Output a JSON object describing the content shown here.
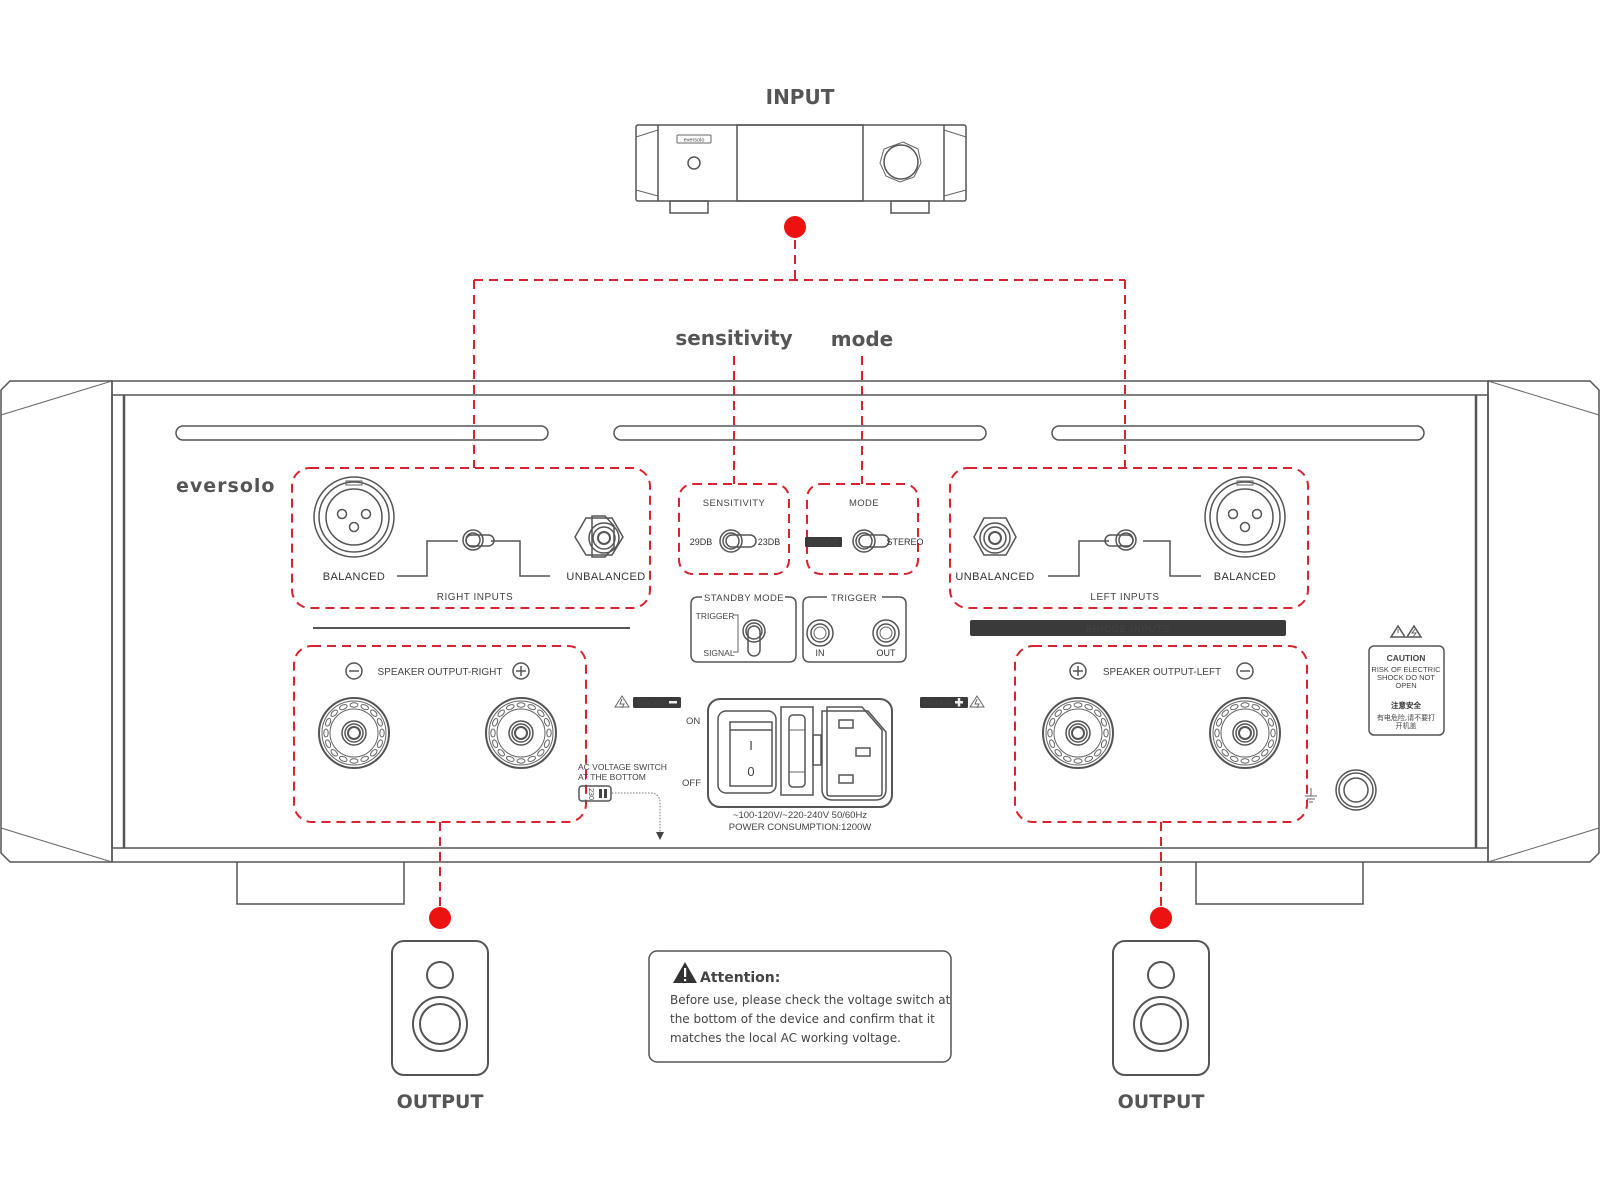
{
  "diagram": {
    "title_input": "INPUT",
    "title_output_left": "OUTPUT",
    "title_output_right": "OUTPUT",
    "callout_sensitivity": "sensitivity",
    "callout_mode": "mode",
    "accent_color": "#d9232e",
    "connection_dot_color": "#ee1111",
    "input_device": {
      "brand_badge": "eversolo"
    },
    "amplifier": {
      "brand": "eversolo",
      "right_inputs": {
        "group_label": "RIGHT INPUTS",
        "balanced_label": "BALANCED",
        "unbalanced_label": "UNBALANCED"
      },
      "left_inputs": {
        "group_label": "LEFT INPUTS",
        "balanced_label": "BALANCED",
        "unbalanced_label": "UNBALANCED"
      },
      "bridge_inputs_label": "BRIDGE INPUTS",
      "sensitivity": {
        "label": "SENSITIVITY",
        "option_left": "29DB",
        "option_right": "23DB"
      },
      "mode": {
        "label": "MODE",
        "option_left": "BRIDGE",
        "option_right": "STEREO"
      },
      "standby_mode": {
        "label": "STANDBY MODE",
        "option_top": "TRIGGER",
        "option_bottom": "SIGNAL"
      },
      "trigger": {
        "label": "TRIGGER",
        "in_label": "IN",
        "out_label": "OUT"
      },
      "speaker_output_right": {
        "label": "SPEAKER OUTPUT-RIGHT",
        "minus": "−",
        "plus": "+"
      },
      "speaker_output_left": {
        "label": "SPEAKER OUTPUT-LEFT",
        "minus": "−",
        "plus": "+"
      },
      "bridge_minus_label": "BRIDGE",
      "bridge_plus_label": "BRIDGE",
      "power": {
        "on_label": "ON",
        "off_label": "OFF",
        "rocker_on_glyph": "I",
        "rocker_off_glyph": "0",
        "voltage_spec": "~100-120V/~220-240V  50/60Hz",
        "consumption": "POWER CONSUMPTION:1200W"
      },
      "ac_voltage_switch": {
        "line1": "AC VOLTAGE SWITCH",
        "line2": "AT THE BOTTOM",
        "switch_value": "230"
      },
      "caution": {
        "title": "CAUTION",
        "line1": "RISK OF ELECTRIC",
        "line2": "SHOCK DO NOT",
        "line3": "OPEN",
        "cn_title": "注意安全",
        "cn_line1": "有电危险,请不要打",
        "cn_line2": "开机盖"
      }
    },
    "attention": {
      "title": "Attention:",
      "line1": "Before use, please check the voltage switch at",
      "line2": "the bottom of the device and confirm that it",
      "line3": "matches the local AC working voltage."
    }
  }
}
